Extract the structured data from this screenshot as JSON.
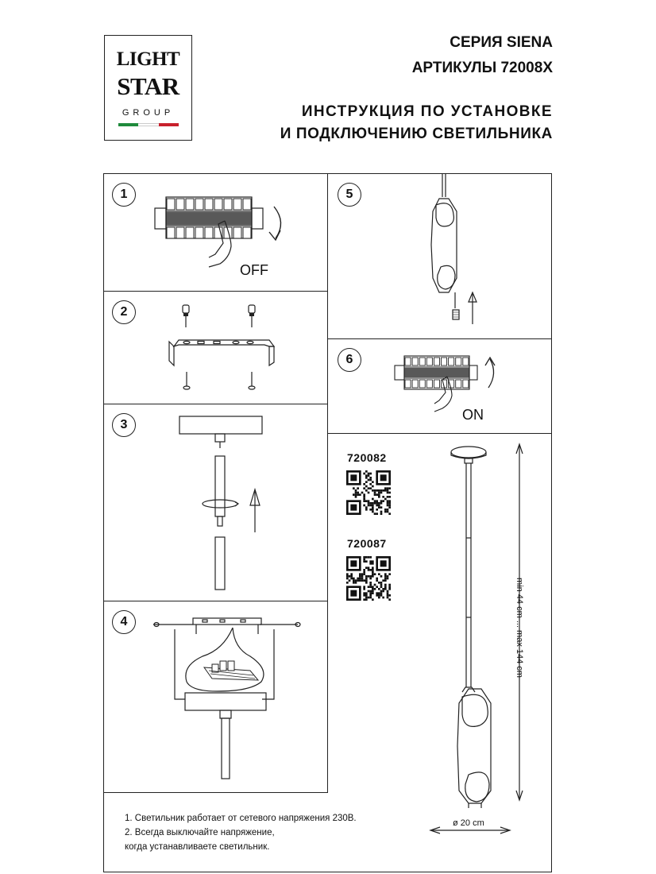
{
  "logo": {
    "line1": "LIGHT",
    "line2": "STAR",
    "line3": "GROUP",
    "flag_colors": [
      "#1f8a3c",
      "#ffffff",
      "#c8202c"
    ]
  },
  "header": {
    "series": "СЕРИЯ SIENA",
    "articles": "АРТИКУЛЫ 72008X",
    "title_line1": "ИНСТРУКЦИЯ ПО УСТАНОВКЕ",
    "title_line2": "И ПОДКЛЮЧЕНИЮ СВЕТИЛЬНИКА"
  },
  "steps": [
    {
      "number": "1",
      "label": "OFF"
    },
    {
      "number": "2"
    },
    {
      "number": "3"
    },
    {
      "number": "4"
    },
    {
      "number": "5"
    },
    {
      "number": "6",
      "label": "ON"
    }
  ],
  "models": [
    {
      "code": "720082"
    },
    {
      "code": "720087"
    }
  ],
  "dimensions": {
    "height": "min 44 cm ... max 144 cm",
    "diameter": "ø 20 cm"
  },
  "notes": [
    "1. Светильник работает от сетевого напряжения 230В.",
    "2. Всегда выключайте напряжение,",
    "когда устанавливаете светильник."
  ]
}
